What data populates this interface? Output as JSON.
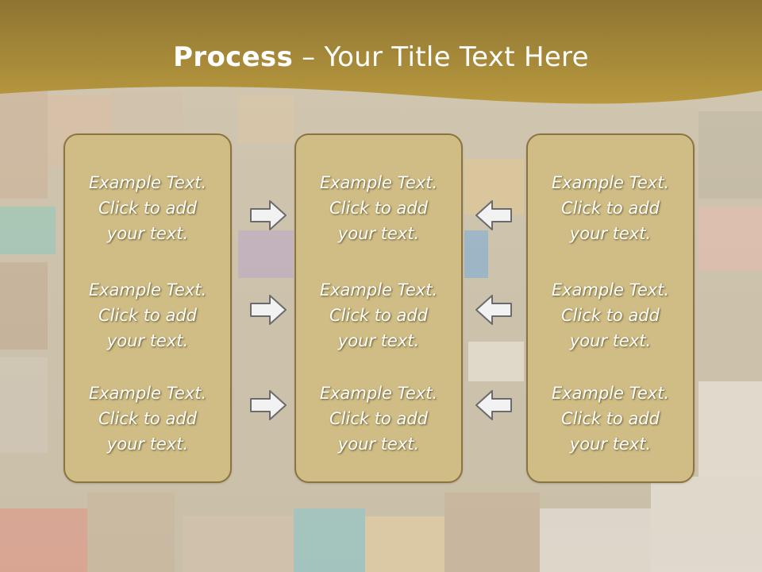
{
  "title": {
    "bold": "Process",
    "rest": " – Your Title Text Here"
  },
  "columns": [
    {
      "items": [
        {
          "line1": "Example Text.",
          "line2": "Click  to add",
          "line3": "your text."
        },
        {
          "line1": "Example Text.",
          "line2": "Click  to add",
          "line3": "your text."
        },
        {
          "line1": "Example Text.",
          "line2": "Click  to add",
          "line3": "your text."
        }
      ]
    },
    {
      "items": [
        {
          "line1": "Example Text.",
          "line2": "Click  to add",
          "line3": "your text."
        },
        {
          "line1": "Example Text.",
          "line2": "Click  to add",
          "line3": "your text."
        },
        {
          "line1": "Example Text.",
          "line2": "Click  to add",
          "line3": "your text."
        }
      ]
    },
    {
      "items": [
        {
          "line1": "Example Text.",
          "line2": "Click  to add",
          "line3": "your text."
        },
        {
          "line1": "Example Text.",
          "line2": "Click  to add",
          "line3": "your text."
        },
        {
          "line1": "Example Text.",
          "line2": "Click  to add",
          "line3": "your text."
        }
      ]
    }
  ],
  "arrows": {
    "left_group_direction": "right",
    "right_group_direction": "left"
  },
  "colors": {
    "header_gold": "#a8893e",
    "panel_fill": "#cfbd85",
    "panel_border": "#8b7440",
    "arrow_fill": "#f2f2f2",
    "arrow_stroke": "#6b6b6b"
  }
}
